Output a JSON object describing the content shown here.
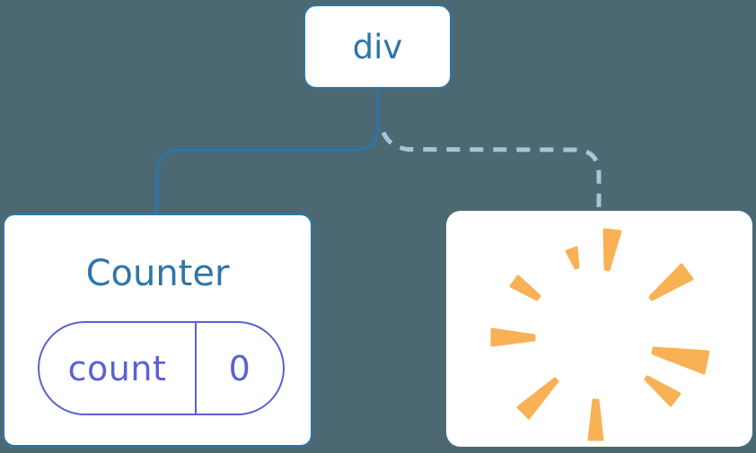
{
  "diagram": {
    "root": {
      "label": "div"
    },
    "counter": {
      "title": "Counter",
      "state": {
        "name": "count",
        "value": "0"
      }
    },
    "removed": {
      "icon": "poof-icon"
    },
    "edges": {
      "left": "solid",
      "right": "dashed"
    }
  },
  "colors": {
    "background": "#4c6973",
    "accent": "#2e76a8",
    "dashed": "#a6c4da",
    "indigo": "#5a60d4",
    "poof": "#f8b155",
    "card": "#ffffff"
  }
}
